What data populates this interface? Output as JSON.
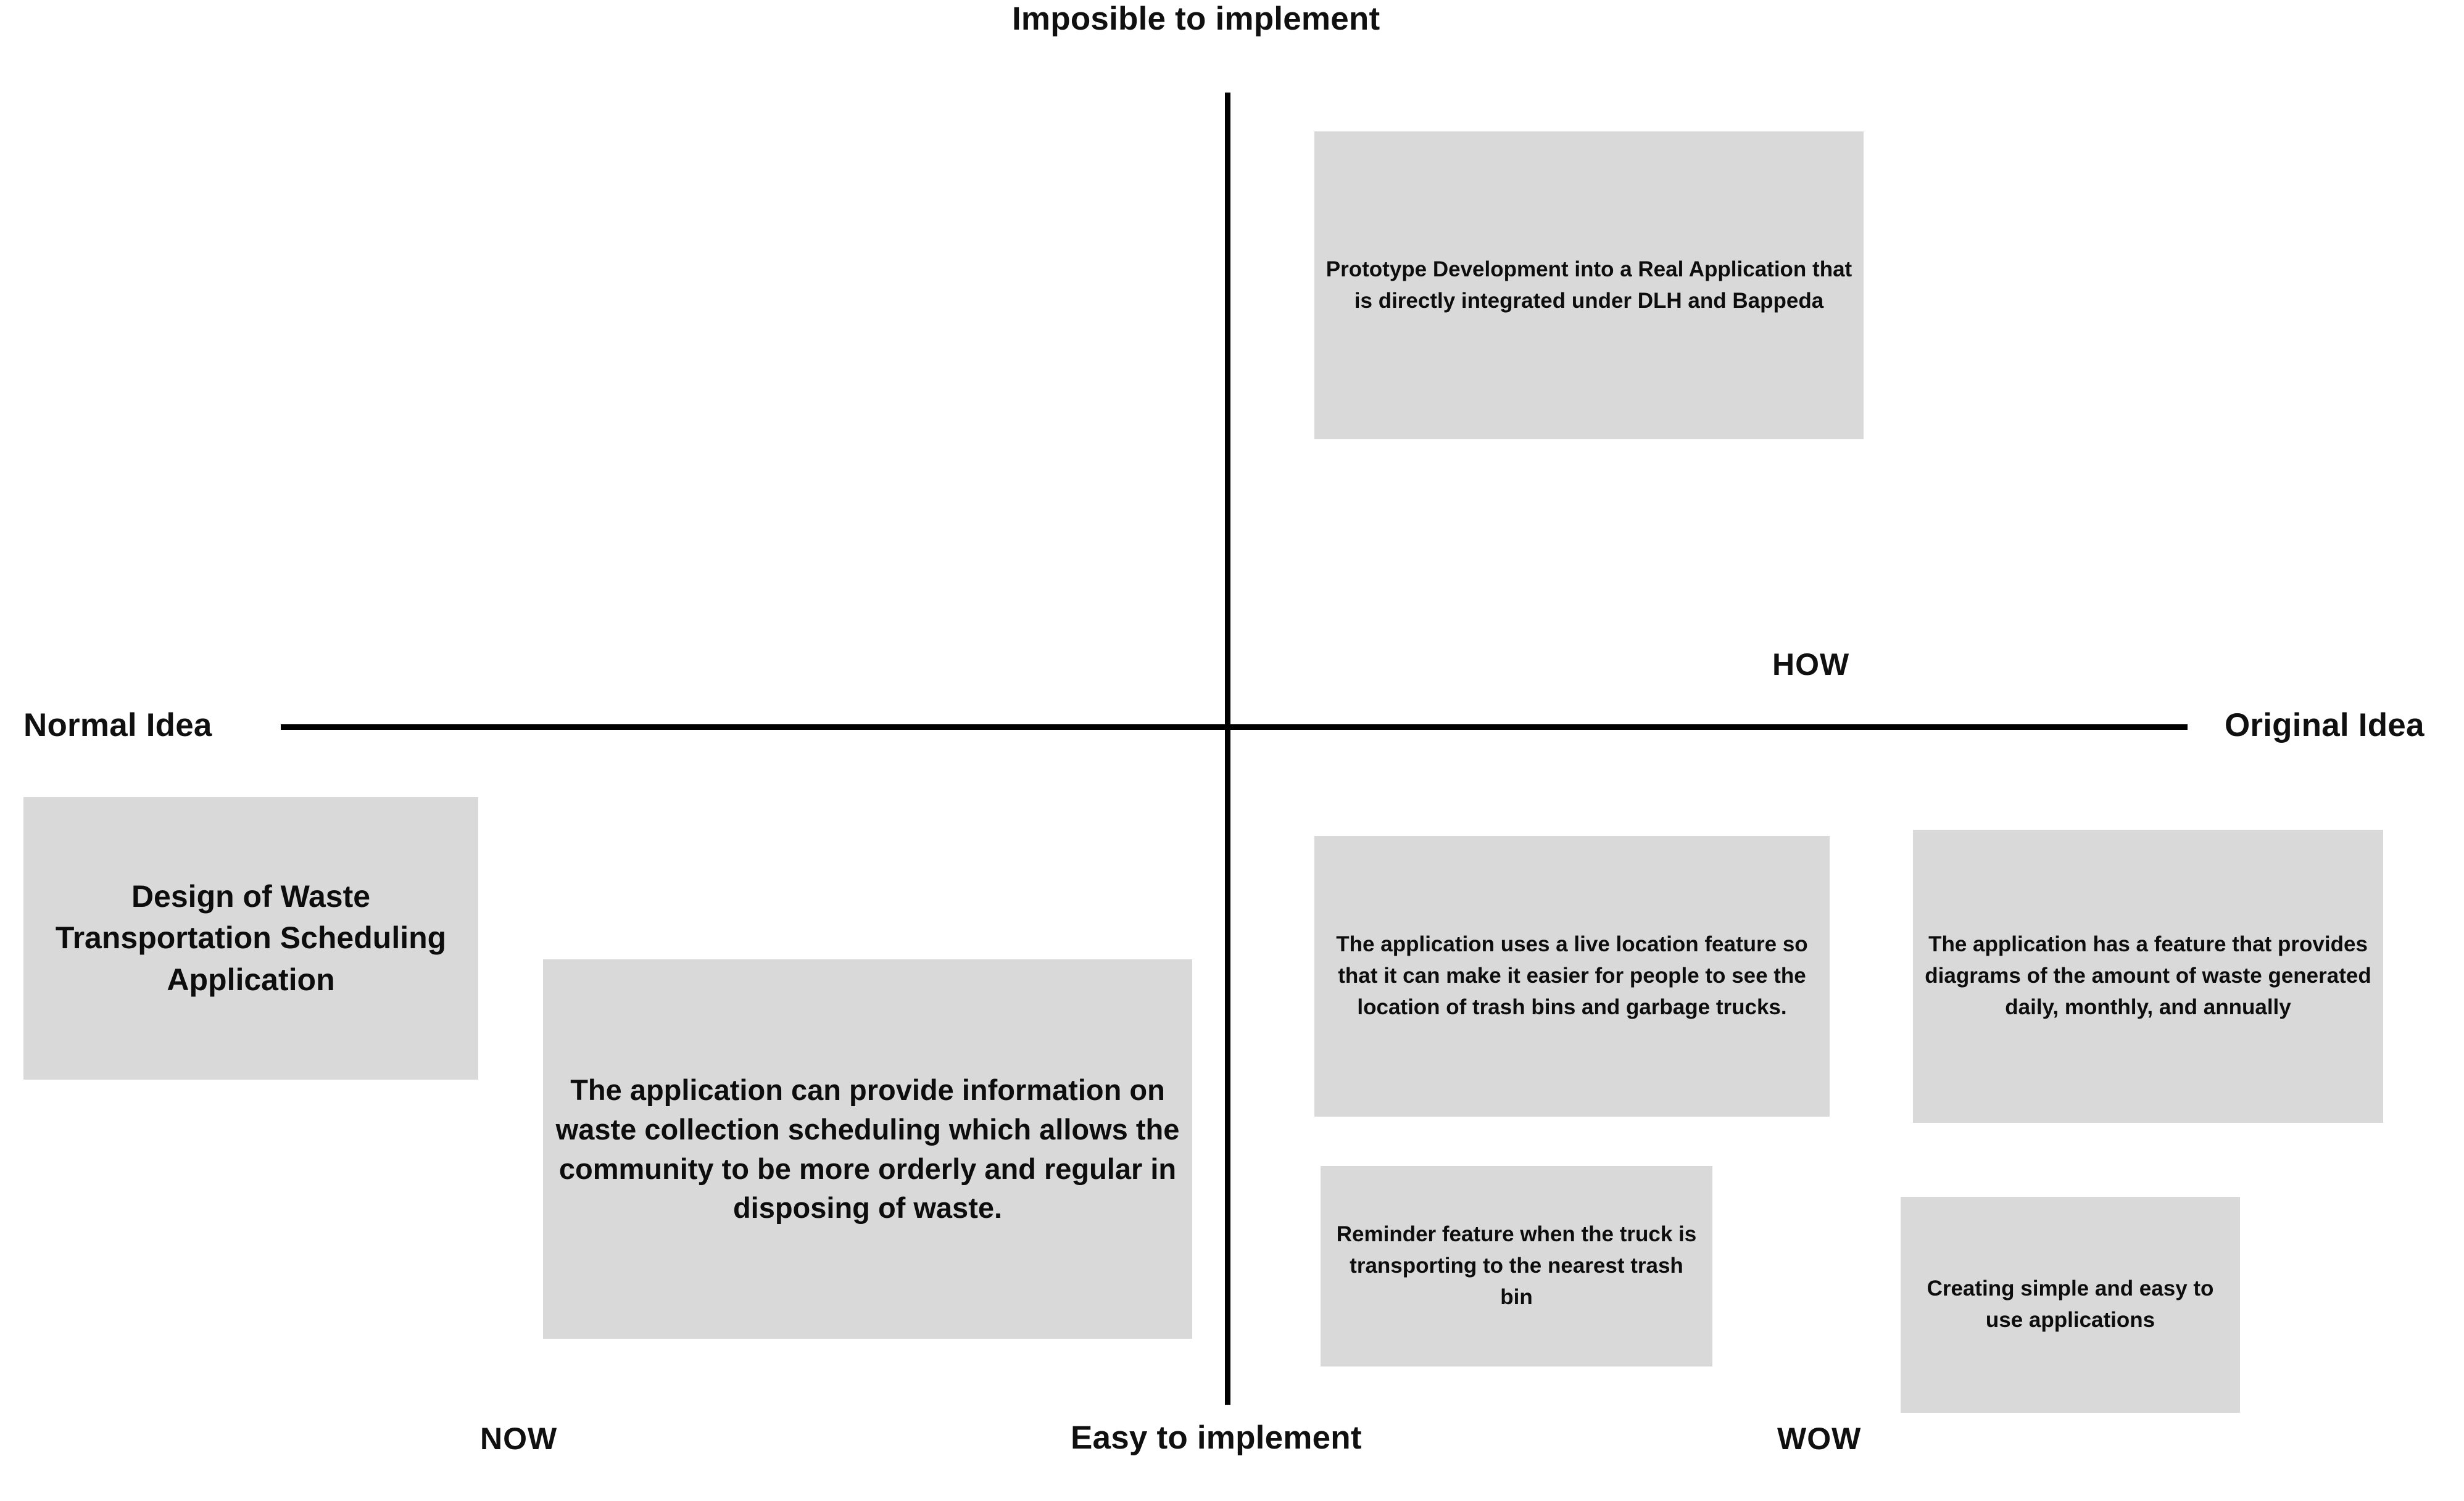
{
  "diagram": {
    "type": "now-wow-how-idea-matrix",
    "background_color": "#ffffff",
    "card_color": "#d9d9d9",
    "axis_color": "#000000"
  },
  "axes": {
    "top_label": "Imposible to implement",
    "bottom_label": "Easy to implement",
    "left_label": "Normal Idea",
    "right_label": "Original Idea"
  },
  "quadrants": {
    "now": "NOW",
    "how": "HOW",
    "wow": "WOW"
  },
  "cards": [
    {
      "id": "prototype-development",
      "quadrant": "how",
      "text": "Prototype Development into a Real Application that is directly integrated under DLH and Bappeda",
      "lines": [
        "Prototype Development",
        "into a Real Application that",
        "is directly integrated under",
        "DLH and Bappeda"
      ]
    },
    {
      "id": "design-of-waste-transportation-scheduling-application",
      "quadrant": "now",
      "text": "Design of Waste Transportation Scheduling Application",
      "lines": [
        "Design of Waste",
        "Transportation",
        "Scheduling",
        "Application"
      ]
    },
    {
      "id": "waste-collection-scheduling-information",
      "quadrant": "now",
      "text": "The application can provide information on waste collection scheduling which allows the community to be more orderly and regular in disposing of waste.",
      "lines": [
        "The application can",
        "provide information on",
        "waste collection",
        "scheduling which",
        "allows the community",
        "to be more orderly and",
        "regular in disposing of",
        "waste."
      ]
    },
    {
      "id": "live-location-feature",
      "quadrant": "wow",
      "text": "The application uses a live location feature so that it can make it easier for people to see the location of trash bins and garbage trucks.",
      "lines": [
        "The application uses a",
        "live location feature so",
        "that it can make it easier",
        "for people to see the",
        "location of trash bins and",
        "garbage trucks."
      ]
    },
    {
      "id": "waste-amount-diagrams",
      "quadrant": "wow",
      "text": "The application has a feature that provides diagrams of the amount of waste generated daily, monthly, and annually",
      "lines": [
        "The application has a",
        "feature that provides",
        "diagrams of the",
        "amount of waste",
        "generated daily,",
        "monthly, and annually"
      ]
    },
    {
      "id": "reminder-feature",
      "quadrant": "wow",
      "text": "Reminder feature when the truck is transporting to the nearest trash bin",
      "lines": [
        "Reminder feature",
        "when the truck is",
        "transporting to the",
        "nearest trash bin"
      ]
    },
    {
      "id": "simple-easy-applications",
      "quadrant": "wow",
      "text": "Creating simple and easy to use applications",
      "lines": [
        "Creating simple",
        "and easy to use",
        "applications"
      ]
    }
  ]
}
